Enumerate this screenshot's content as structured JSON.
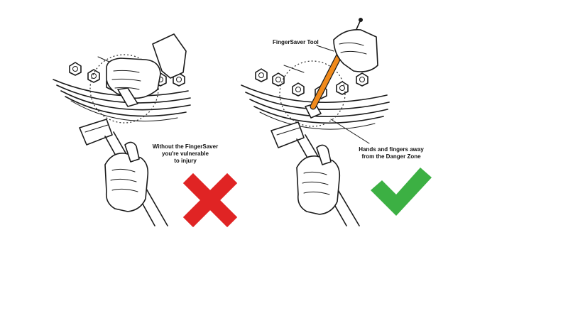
{
  "left_panel": {
    "caption_lines": [
      "Without the FingerSaver",
      "you're vulnerable",
      "to injury"
    ],
    "verdict_icon": "red-x-icon",
    "verdict_color": "#e02424"
  },
  "right_panel": {
    "tool_label": "FingerSaver Tool",
    "caption_lines": [
      "Hands and fingers away",
      "from the Danger Zone"
    ],
    "verdict_icon": "green-check-icon",
    "verdict_color": "#3cb043",
    "tool_color": "#f08a1c"
  }
}
